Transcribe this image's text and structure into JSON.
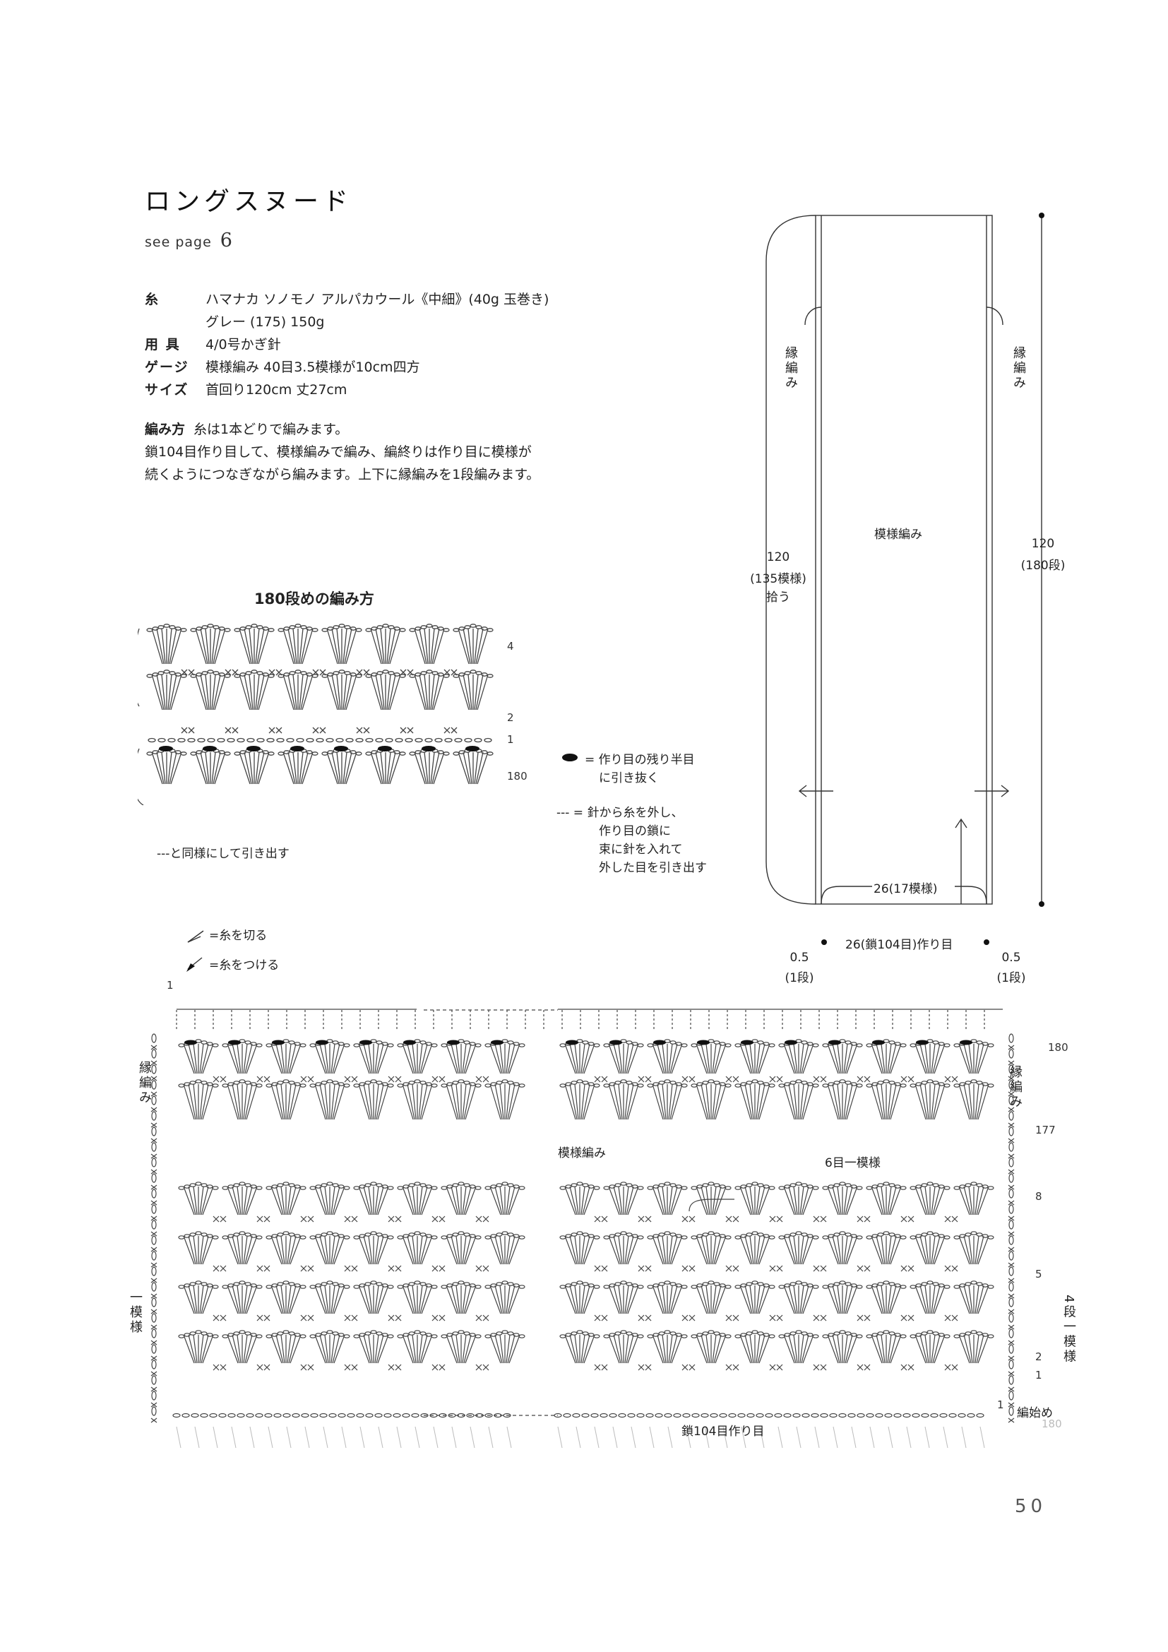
{
  "header": {
    "title": "ロングスヌード",
    "see_page_label": "see page",
    "see_page_number": "6"
  },
  "specs": [
    {
      "key": "糸",
      "value": "ハマナカ ソノモノ アルパカウール《中細》(40g 玉巻き)"
    },
    {
      "key": "",
      "value": "グレー (175) 150g"
    },
    {
      "key": "用 具",
      "value": "4/0号かぎ針"
    },
    {
      "key": "ゲージ",
      "value": "模様編み 40目3.5模様が10cm四方"
    },
    {
      "key": "サイズ",
      "value": "首回り120cm 丈27cm"
    }
  ],
  "method": {
    "label": "編み方",
    "line1": "糸は1本どりで編みます。",
    "line2": "鎖104目作り目して、模様編みで編み、編終りは作り目に模様が",
    "line3": "続くようにつなぎながら編みます。上下に縁編みを1段編みます。"
  },
  "upper_chart": {
    "title": "180段めの編み方",
    "row_labels": [
      "4",
      "2",
      "1",
      "180"
    ],
    "bottom_note": "---と同様にして引き出す"
  },
  "legend_upper": {
    "oval_desc_1": "= 作り目の残り半目",
    "oval_desc_2": "に引き抜く",
    "dash_desc_1": "--- = 針から糸を外し、",
    "dash_desc_2": "作り目の鎖に",
    "dash_desc_3": "束に針を入れて",
    "dash_desc_4": "外した目を引き出す"
  },
  "schematic": {
    "edge_left": "縁編み",
    "edge_right": "縁編み",
    "center": "模様編み",
    "left_dim_1": "120",
    "left_dim_2": "(135模様)",
    "left_dim_3": "拾う",
    "right_dim_1": "120",
    "right_dim_2": "(180段)",
    "bottom_dim": "26(17模様)",
    "chain_dim": "26(鎖104目)作り目",
    "left_margin_1": "0.5",
    "left_margin_2": "(1段)",
    "right_margin_1": "0.5",
    "right_margin_2": "(1段)"
  },
  "legend_lower": {
    "cut": "=糸を切る",
    "join": "=糸をつける"
  },
  "lower_chart": {
    "top_marker": "1",
    "edge_left": "縁編み",
    "edge_right": "縁編み",
    "center": "模様編み",
    "repeat_label": "6目一模様",
    "left_repeat": "一模様",
    "right_repeat": "4段一模様",
    "row_labels": [
      "180",
      "177",
      "8",
      "5",
      "2",
      "1"
    ],
    "start_label": "編始め",
    "start_marker": "1",
    "faded_row": "180",
    "chain_label": "鎖104目作り目"
  },
  "page": {
    "number": "50"
  },
  "colors": {
    "ink": "#222222",
    "line": "#444444",
    "faint": "#bbbbbb"
  }
}
